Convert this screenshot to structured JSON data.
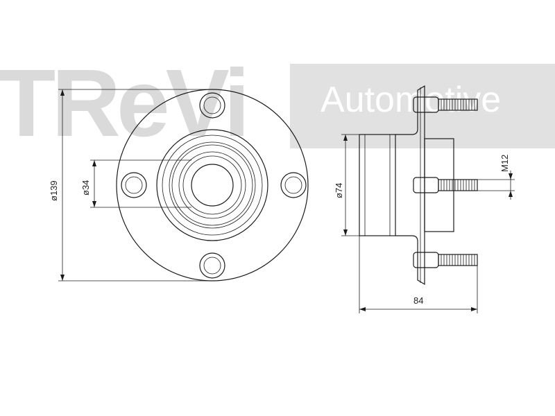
{
  "watermark": {
    "logo_text": "TReVi",
    "brand_text": "Automotive"
  },
  "dimensions": {
    "flange_diameter": "ø139",
    "bore_diameter": "ø34",
    "hub_diameter": "ø74",
    "thread": "M12",
    "total_width": "84"
  }
}
